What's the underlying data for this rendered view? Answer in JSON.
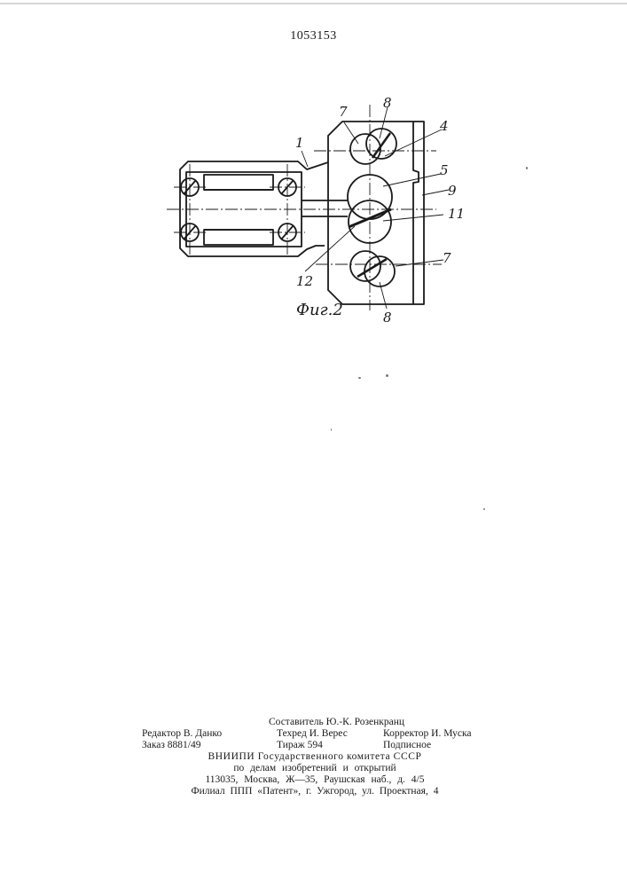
{
  "header": {
    "patent_number": "1053153"
  },
  "figure": {
    "caption": "Фиг.2",
    "labels": [
      "1",
      "7",
      "8",
      "4",
      "5",
      "9",
      "11",
      "12",
      "7",
      "8"
    ]
  },
  "colophon": {
    "compiler": "Составитель Ю.-К. Розенкранц",
    "editor": "Редактор В. Данко",
    "tech_editor": "Техред И. Верес",
    "proofreader": "Корректор И. Муска",
    "order": "Заказ 8881/49",
    "circulation": "Тираж 594",
    "subscription": "Подписное",
    "org_line1": "ВНИИПИ Государственного комитета СССР",
    "org_line2": "по делам изобретений и открытий",
    "address": "113035, Москва, Ж—35, Раушская наб., д. 4/5",
    "branch": "Филиал ППП «Патент», г. Ужгород, ул. Проектная, 4"
  }
}
